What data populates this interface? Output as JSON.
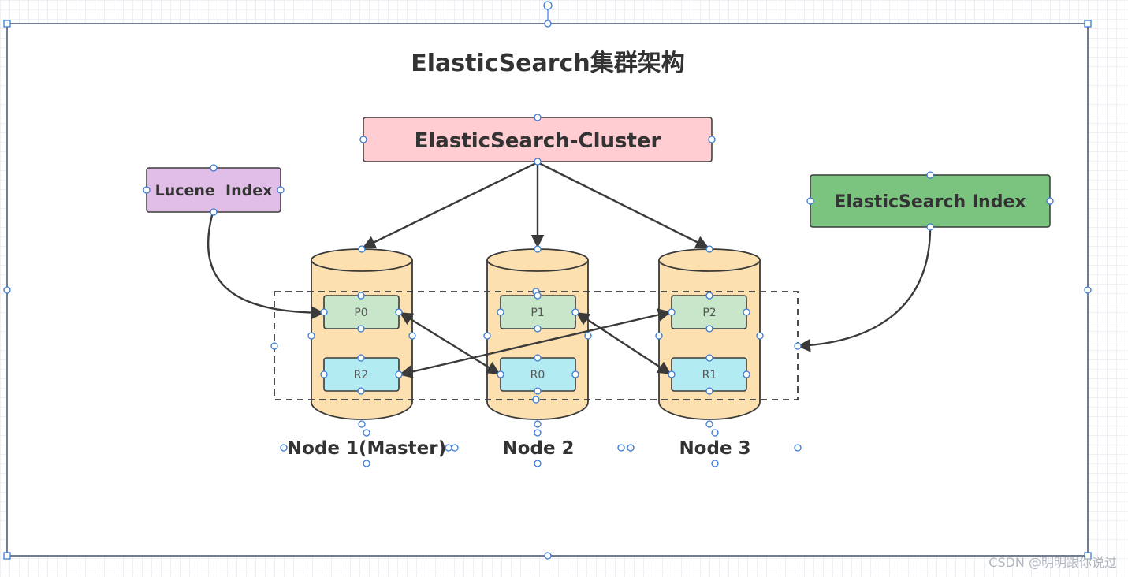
{
  "diagram": {
    "title": "ElasticSearch集群架构",
    "cluster_label": "ElasticSearch-Cluster",
    "lucene_index_label": "Lucene  Index",
    "es_index_label": "ElasticSearch Index",
    "nodes": [
      {
        "label": "Node 1(Master)",
        "top_shard": "P0",
        "bottom_shard": "R2"
      },
      {
        "label": "Node 2",
        "top_shard": "P1",
        "bottom_shard": "R0"
      },
      {
        "label": "Node 3",
        "top_shard": "P2",
        "bottom_shard": "R1"
      }
    ],
    "colors": {
      "cluster_fill": "#ffcdd2",
      "lucene_fill": "#e1bee7",
      "es_index_fill": "#7bc47f",
      "cylinder_fill": "#fce0b0",
      "primary_fill": "#c8e6c9",
      "replica_fill": "#b2ebf2",
      "stroke": "#3a3a3a",
      "handle": "#3a7bd5"
    }
  },
  "watermark": "CSDN @明明跟你说过"
}
